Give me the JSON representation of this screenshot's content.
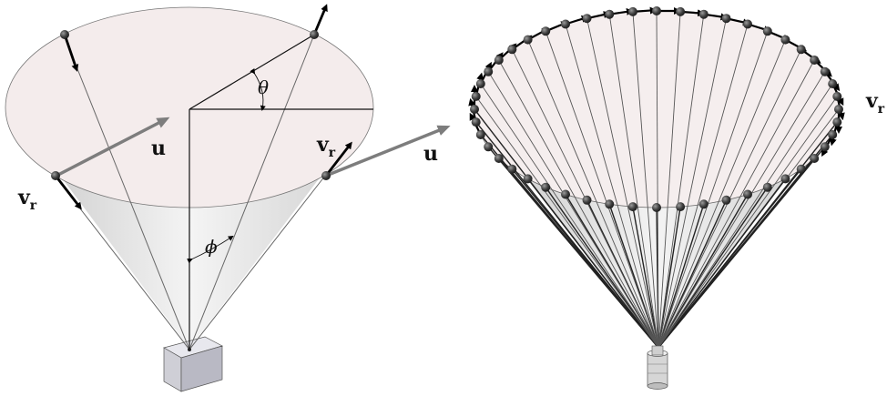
{
  "left_figure": {
    "labels": {
      "u_top": "u",
      "u_right": "u",
      "vr_left": "v",
      "vr_left_sub": "r",
      "vr_right": "v",
      "vr_right_sub": "r",
      "theta": "θ",
      "phi": "ϕ"
    }
  },
  "right_figure": {
    "labels": {
      "vr": "v",
      "vr_sub": "r"
    },
    "tether_count": 48
  },
  "colors": {
    "cone_top": "#f4ecec",
    "cone_side": "#d9d9d9",
    "line": "#444444",
    "arrow_gray": "#7d7d7d",
    "ball": "#3a3a3a"
  }
}
